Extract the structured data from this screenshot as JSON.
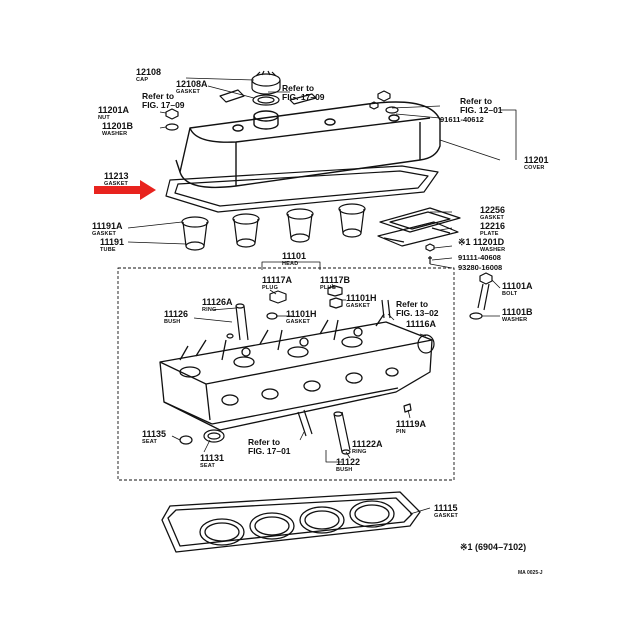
{
  "labels": {
    "p12108": {
      "pn": "12108",
      "nm": "CAP"
    },
    "p12108A": {
      "pn": "12108A",
      "nm": "GASKET"
    },
    "ref17a": {
      "l1": "Refer to",
      "l2": "FIG. 17–09"
    },
    "ref17b": {
      "l1": "Refer to",
      "l2": "FIG. 17–09"
    },
    "p11201A": {
      "pn": "11201A",
      "nm": "NUT"
    },
    "p11201B": {
      "pn": "11201B",
      "nm": "WASHER"
    },
    "ref12": {
      "l1": "Refer to",
      "l2": "FIG. 12–01"
    },
    "p91611": {
      "pn": "91611-40612"
    },
    "p11201": {
      "pn": "11201",
      "nm": "COVER"
    },
    "p11213": {
      "pn": "11213",
      "nm": "GASKET"
    },
    "p12256": {
      "pn": "12256",
      "nm": "GASKET"
    },
    "p12216": {
      "pn": "12216",
      "nm": "PLATE"
    },
    "p11201D": {
      "pn": "※1 11201D",
      "nm": "WASHER"
    },
    "p91111": {
      "pn": "91111-40608"
    },
    "p93280": {
      "pn": "93280-16008"
    },
    "p11191A": {
      "pn": "11191A",
      "nm": "GASKET"
    },
    "p11191": {
      "pn": "11191",
      "nm": "TUBE"
    },
    "p11101": {
      "pn": "11101",
      "nm": "HEAD"
    },
    "p11117A": {
      "pn": "11117A",
      "nm": "PLUG"
    },
    "p11117B": {
      "pn": "11117B",
      "nm": "PLUG"
    },
    "p11101H": {
      "pn": "11101H",
      "nm": "GASKET"
    },
    "p11101A": {
      "pn": "11101A",
      "nm": "BOLT"
    },
    "p11101B": {
      "pn": "11101B",
      "nm": "WASHER"
    },
    "p11126A": {
      "pn": "11126A",
      "nm": "RING"
    },
    "p11126": {
      "pn": "11126",
      "nm": "BUSH"
    },
    "ref13": {
      "l1": "Refer to",
      "l2": "FIG. 13–02"
    },
    "p11116A": {
      "pn": "11116A"
    },
    "p11119A": {
      "pn": "11119A",
      "nm": "PIN"
    },
    "p11135": {
      "pn": "11135",
      "nm": "SEAT"
    },
    "p11131": {
      "pn": "11131",
      "nm": "SEAT"
    },
    "ref17c": {
      "l1": "Refer to",
      "l2": "FIG. 17–01"
    },
    "p11122A": {
      "pn": "11122A",
      "nm": "RING"
    },
    "p11122": {
      "pn": "11122",
      "nm": "BUSH"
    },
    "p11115": {
      "pn": "11115",
      "nm": "GASKET"
    },
    "note": "※1 (6904–7102)",
    "code": "MA 0025-J"
  },
  "colors": {
    "ink": "#111111",
    "arrow": "#e8231e"
  }
}
